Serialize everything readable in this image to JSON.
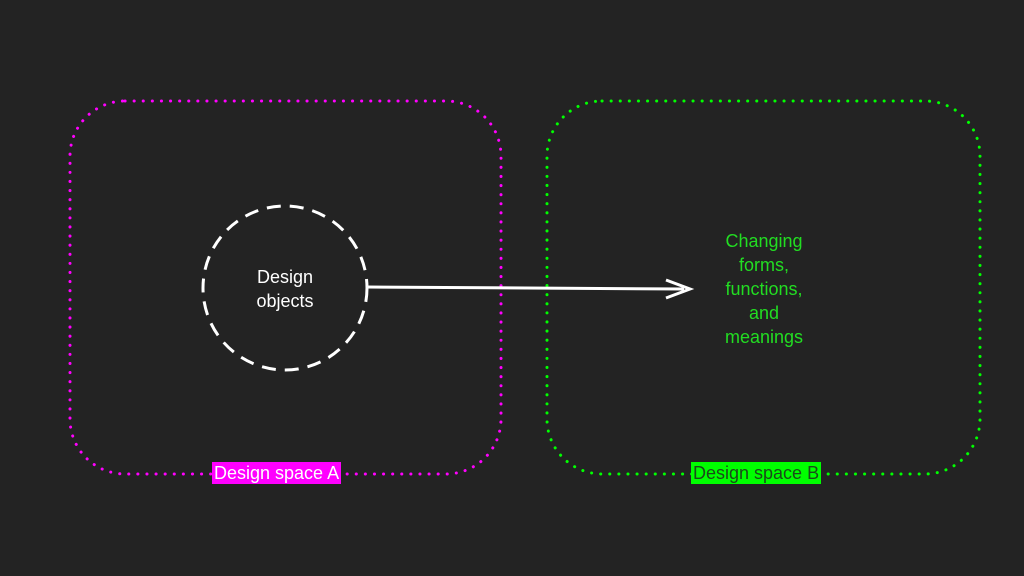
{
  "colors": {
    "background": "#232323",
    "space_a": "#ff00ff",
    "space_b": "#00ff00",
    "object": "#ffffff"
  },
  "space_a": {
    "label": "Design space A"
  },
  "space_b": {
    "label": "Design space B",
    "text_lines": [
      "Changing",
      "forms,",
      "functions,",
      "and",
      "meanings"
    ]
  },
  "object": {
    "lines": [
      "Design",
      "objects"
    ]
  }
}
